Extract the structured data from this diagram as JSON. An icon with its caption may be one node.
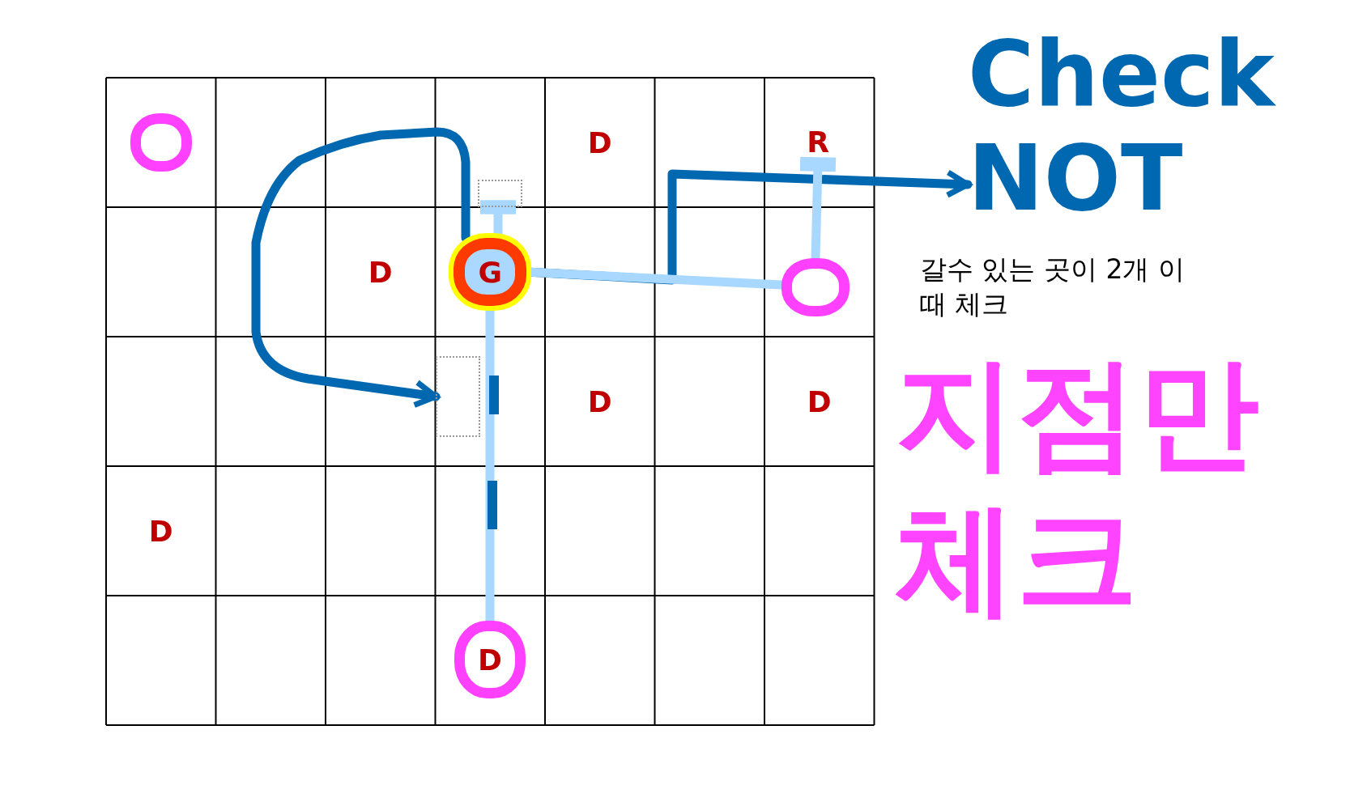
{
  "diagram": {
    "nodes": [
      {
        "text": [
          "G"
        ]
      },
      {
        "text": [
          "Check NOT"
        ]
      },
      {
        "text": [],
        "shape": "box"
      },
      {
        "text": [],
        "shape": "circle"
      },
      {
        "text": [],
        "shape": "circle"
      },
      {
        "text": [
          "D"
        ]
      },
      {
        "text": [
          "R"
        ]
      },
      {
        "text": [],
        "shape": "box"
      }
    ],
    "edges": [
      {
        "from": 0,
        "to": 7,
        "arrow": "to",
        "color": "#0068b0"
      },
      {
        "from": 0,
        "to": 1,
        "arrow": "to",
        "color": "#0068b0"
      },
      {
        "from": 0,
        "to": 2,
        "arrow": "other"
      },
      {
        "from": 0,
        "to": 4,
        "arrow": "none"
      },
      {
        "from": 0,
        "to": 5,
        "arrow": "none"
      },
      {
        "from": 4,
        "to": 6,
        "arrow": "other"
      }
    ],
    "labels": [
      "D",
      "D",
      "D",
      "D",
      "D",
      "갈수 있는 곳이 2개 이때 체크",
      "지점만 체크"
    ]
  }
}
